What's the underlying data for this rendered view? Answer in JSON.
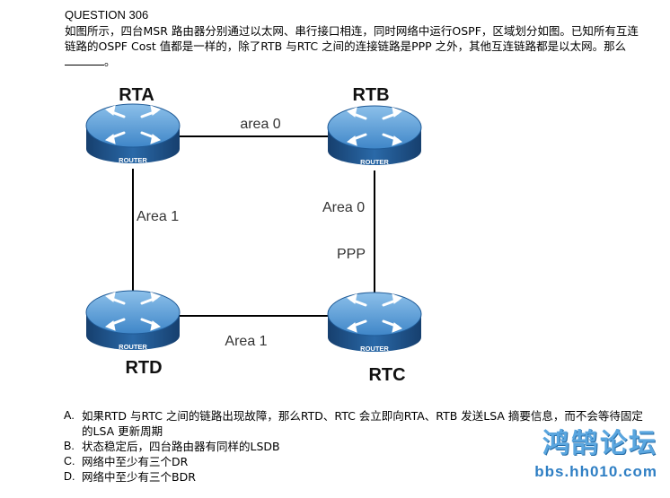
{
  "question": {
    "title": "QUESTION 306",
    "text_before_blank": "如图所示，四台MSR 路由器分别通过以太网、串行接口相连，同时网络中运行OSPF，区域划分如图。已知所有互连链路的OSPF Cost 值都是一样的，除了RTB 与RTC 之间的连接链路是PPP 之外，其他互连链路都是以太网。那么",
    "text_after_blank": "。"
  },
  "diagram": {
    "routers": [
      {
        "id": "rta",
        "label": "RTA",
        "tag": "ROUTER"
      },
      {
        "id": "rtb",
        "label": "RTB",
        "tag": "ROUTER"
      },
      {
        "id": "rtc",
        "label": "RTC",
        "tag": "ROUTER"
      },
      {
        "id": "rtd",
        "label": "RTD",
        "tag": "ROUTER"
      }
    ],
    "links": {
      "rta_rtb": "area 0",
      "rta_rtd": "Area 1",
      "rtb_rtc_area": "Area 0",
      "rtb_rtc_type": "PPP",
      "rtd_rtc": "Area 1"
    },
    "colors": {
      "router_top": "#5b9bd5",
      "router_body": "#1f5a96",
      "link": "#000000"
    }
  },
  "options": [
    {
      "letter": "A.",
      "text": "如果RTD 与RTC 之间的链路出现故障，那么RTD、RTC 会立即向RTA、RTB 发送LSA 摘要信息，而不会等待固定的LSA 更新周期"
    },
    {
      "letter": "B.",
      "text": "状态稳定后，四台路由器有同样的LSDB"
    },
    {
      "letter": "C.",
      "text": "网络中至少有三个DR"
    },
    {
      "letter": "D.",
      "text": "网络中至少有三个BDR"
    }
  ],
  "watermark": {
    "logo": "鸿鹄论坛",
    "url": "bbs.hh010.com"
  }
}
